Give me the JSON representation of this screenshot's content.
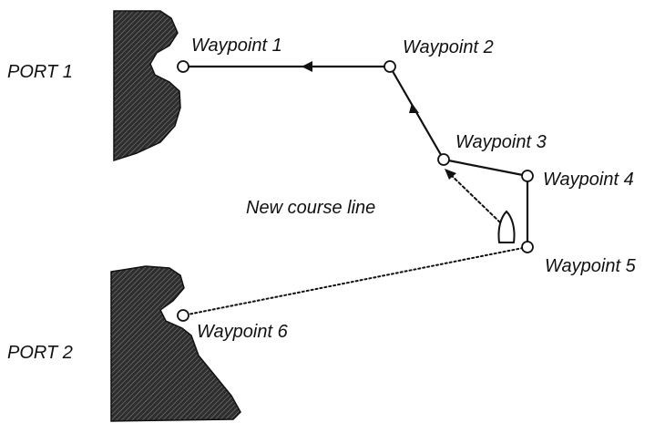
{
  "ports": {
    "port1": "PORT 1",
    "port2": "PORT 2"
  },
  "waypoints": {
    "wp1": "Waypoint 1",
    "wp2": "Waypoint 2",
    "wp3": "Waypoint 3",
    "wp4": "Waypoint 4",
    "wp5": "Waypoint 5",
    "wp6": "Waypoint 6"
  },
  "annotation": "New course line",
  "colors": {
    "ink": "#111111",
    "land": "#3a3a3a"
  }
}
